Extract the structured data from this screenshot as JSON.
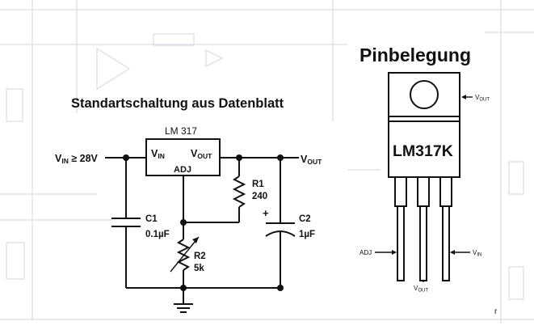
{
  "headings": {
    "circuit_title": "Standartschaltung aus Datenblatt",
    "pinout_title": "Pinbelegung"
  },
  "schematic": {
    "ic_name": "LM 317",
    "pin_vin": "V",
    "pin_vin_sub": "IN",
    "pin_vout": "V",
    "pin_vout_sub": "OUT",
    "pin_adj": "ADJ",
    "input_label_v": "V",
    "input_label_sub": "IN",
    "input_label_value": " ≥ 28V",
    "output_label_v": "V",
    "output_label_sub": "OUT",
    "c1_name": "C1",
    "c1_value": "0.1µF",
    "r1_name": "R1",
    "r1_value": "240",
    "r2_name": "R2",
    "r2_value": "5k",
    "c2_name": "C2",
    "c2_value": "1µF",
    "c2_polarity": "+"
  },
  "pinout": {
    "part_label": "LM317K",
    "tab_label_v": "V",
    "tab_label_sub": "OUT",
    "left_pin_label": "ADJ",
    "middle_pin_label_v": "V",
    "middle_pin_label_sub": "OUT",
    "right_pin_label_v": "V",
    "right_pin_label_sub": "IN"
  },
  "watermark_mark": "r"
}
